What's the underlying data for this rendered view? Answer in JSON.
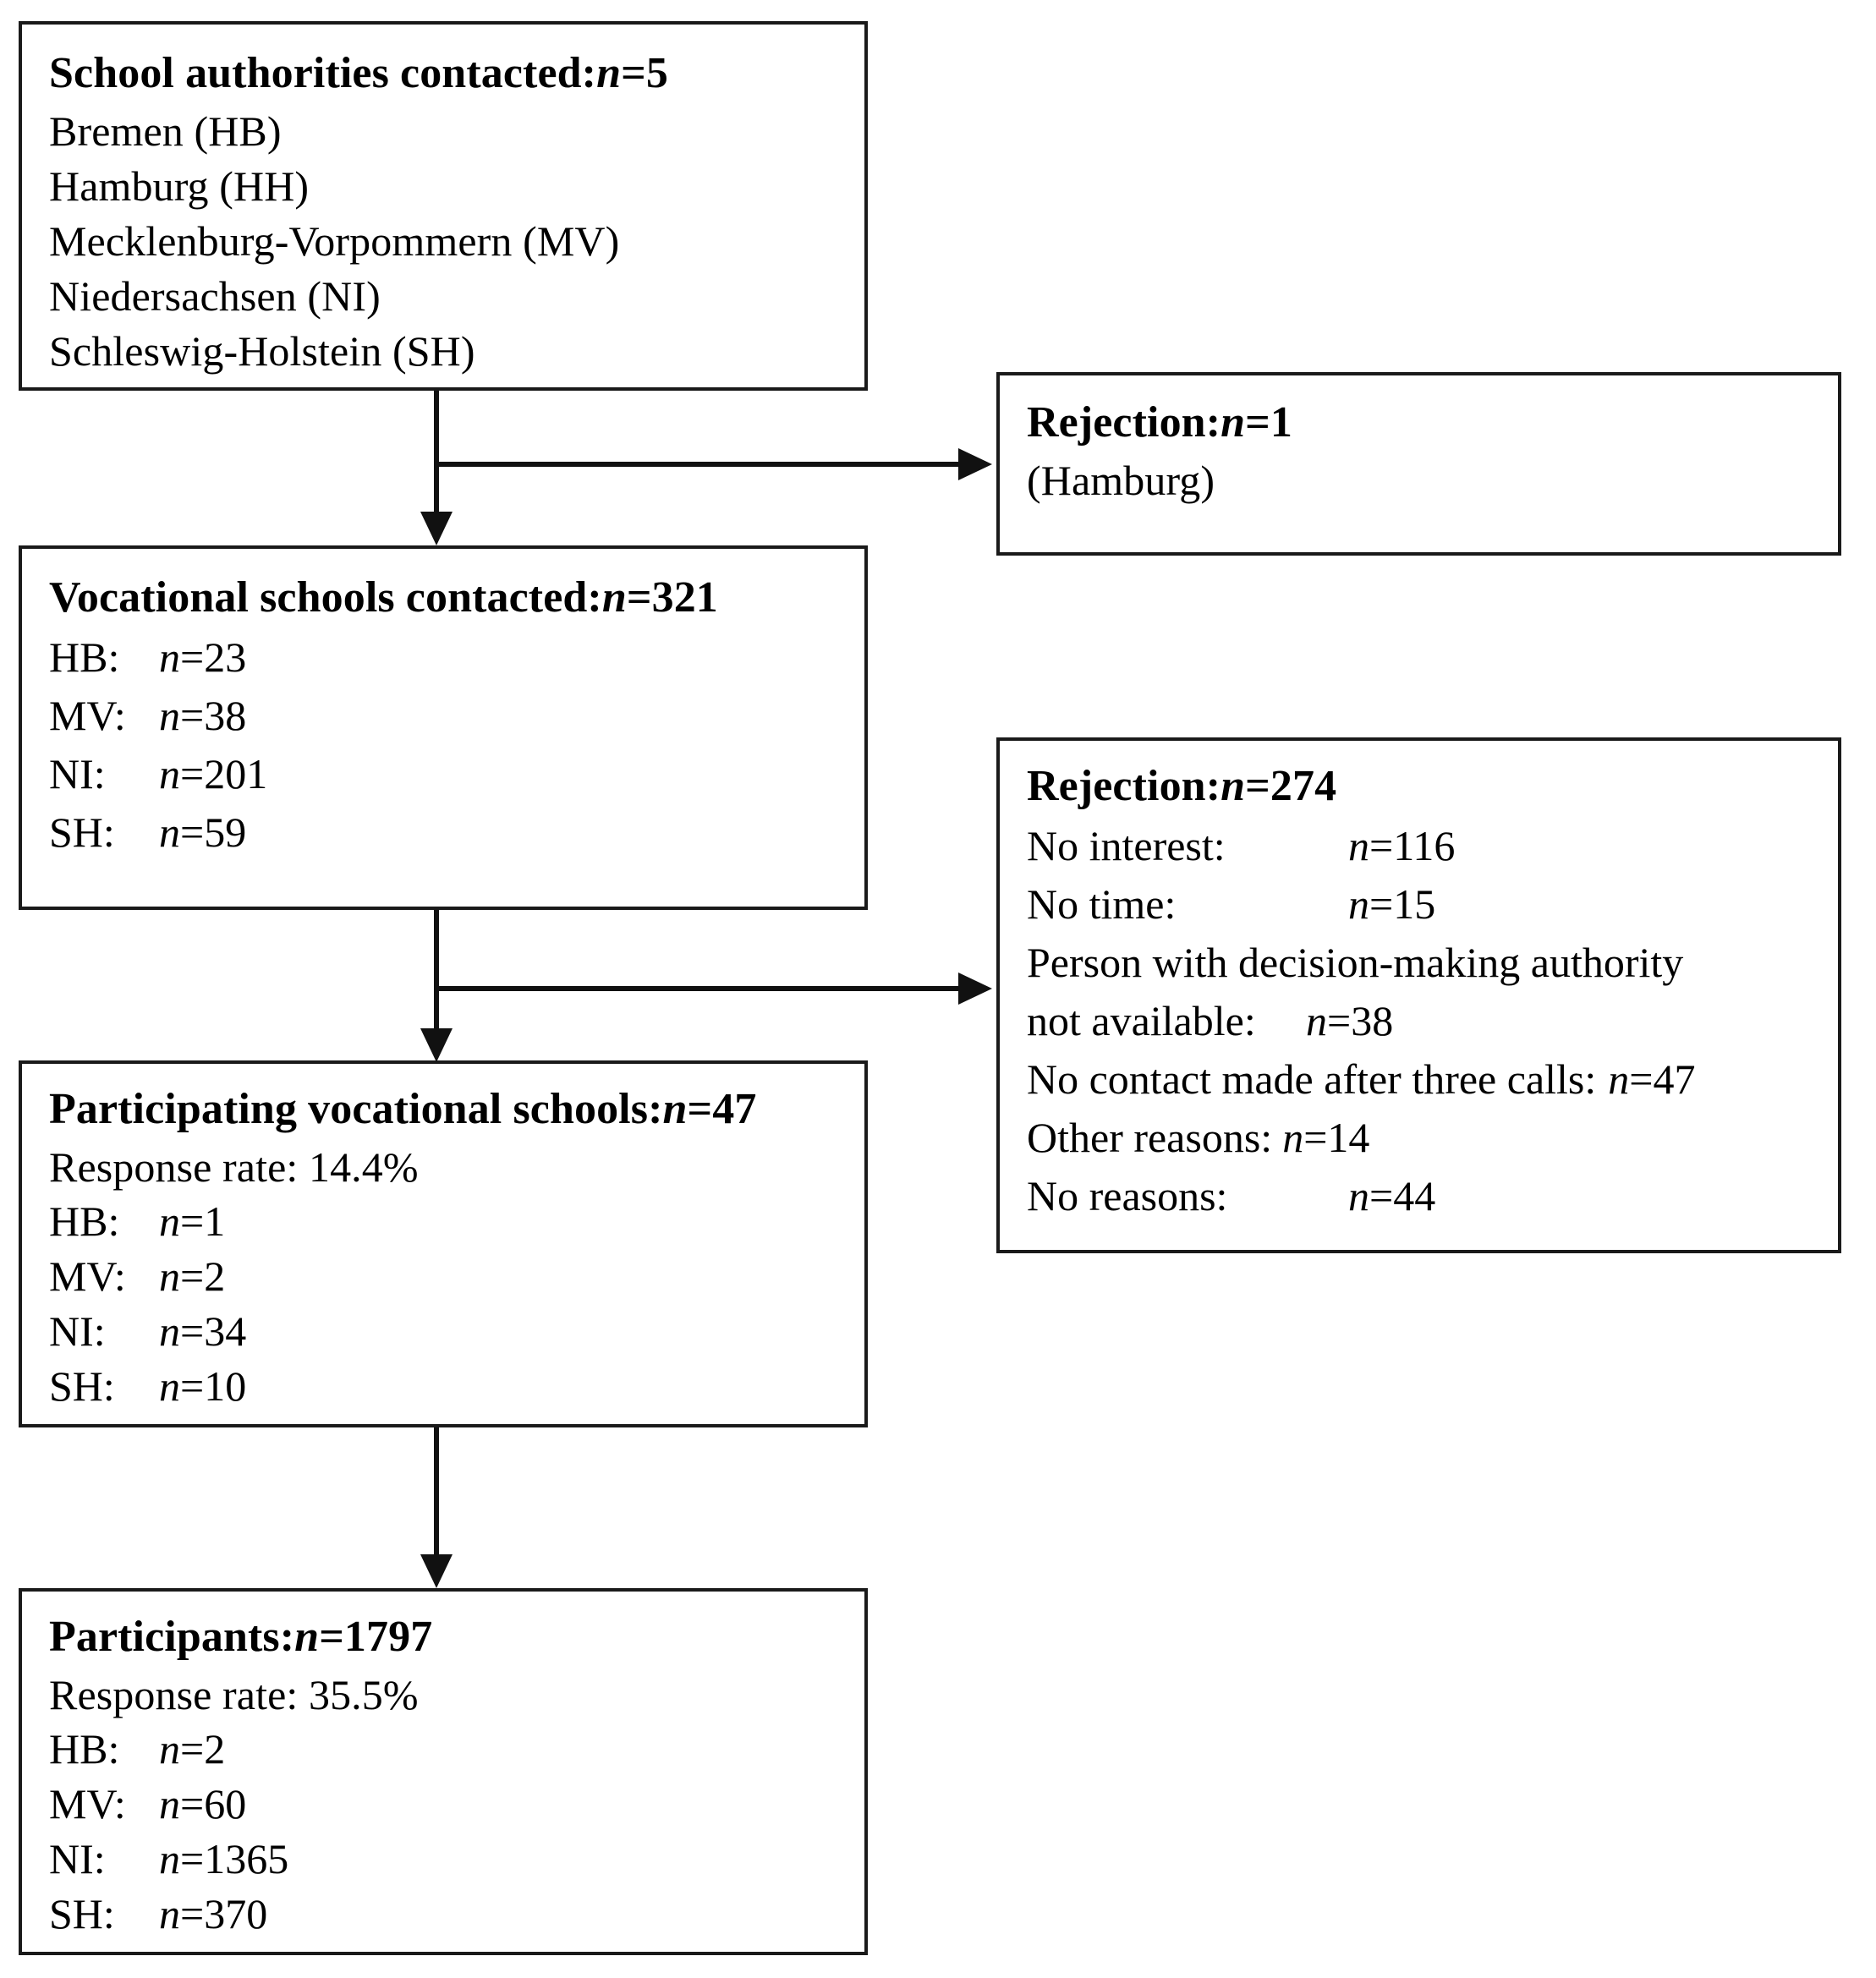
{
  "figure": {
    "type": "flowchart",
    "orientation": "vertical-with-side-branches",
    "colors": {
      "stroke": "#111111",
      "box_border": "#1a1a1a",
      "background": "#ffffff",
      "text": "#000000"
    }
  },
  "nodes": {
    "school_authorities": {
      "title_label": "School authorities contacted:",
      "title_stat": "n",
      "title_eq": "=",
      "title_value": "5",
      "items": [
        "Bremen (HB)",
        "Hamburg (HH)",
        "Mecklenburg-Vorpommern (MV)",
        "Niedersachsen (NI)",
        "Schleswig-Holstein (SH)"
      ]
    },
    "rejection_authorities": {
      "title_label": "Rejection:",
      "title_stat": "n",
      "title_eq": "=",
      "title_value": "1",
      "detail": "(Hamburg)"
    },
    "vocational_schools": {
      "title_label": "Vocational schools contacted:",
      "title_stat": "n",
      "title_eq": "=",
      "title_value": "321",
      "rows": [
        {
          "label": "HB:",
          "stat": "n",
          "eq": "=",
          "value": "23"
        },
        {
          "label": "MV:",
          "stat": "n",
          "eq": "=",
          "value": "38"
        },
        {
          "label": "NI:",
          "stat": "n",
          "eq": "=",
          "value": "201"
        },
        {
          "label": "SH:",
          "stat": "n",
          "eq": "=",
          "value": "59"
        }
      ]
    },
    "rejection_schools": {
      "title_label": "Rejection:",
      "title_stat": "n",
      "title_eq": "=",
      "title_value": "274",
      "reasons": [
        {
          "label": "No interest:",
          "stat": "n",
          "eq": "=",
          "value": "116",
          "wide": false
        },
        {
          "label": "No time:",
          "stat": "n",
          "eq": "=",
          "value": "15",
          "wide": false
        },
        {
          "label": "Person with decision-making authority",
          "stat": "",
          "eq": "",
          "value": "",
          "wide": true
        },
        {
          "label": "not available:",
          "stat": "n",
          "eq": "=",
          "value": "38",
          "wide": false
        },
        {
          "label": "No contact made after three calls:",
          "stat": "n",
          "eq": "=",
          "value": "47",
          "wide": true
        },
        {
          "label": "Other reasons:",
          "stat": "n",
          "eq": "=",
          "value": "14",
          "wide": true
        },
        {
          "label": "No reasons:",
          "stat": "n",
          "eq": "=",
          "value": "44",
          "wide": false
        }
      ]
    },
    "participating_schools": {
      "title_label": "Participating vocational schools:",
      "title_stat": "n",
      "title_eq": "=",
      "title_value": "47",
      "response_rate": "Response rate: 14.4%",
      "rows": [
        {
          "label": "HB:",
          "stat": "n",
          "eq": "=",
          "value": "1"
        },
        {
          "label": "MV:",
          "stat": "n",
          "eq": "=",
          "value": "2"
        },
        {
          "label": "NI:",
          "stat": "n",
          "eq": "=",
          "value": "34"
        },
        {
          "label": "SH:",
          "stat": "n",
          "eq": "=",
          "value": "10"
        }
      ]
    },
    "participants": {
      "title_label": "Participants:",
      "title_stat": "n",
      "title_eq": "=",
      "title_value": "1797",
      "response_rate": "Response rate: 35.5%",
      "rows": [
        {
          "label": "HB:",
          "stat": "n",
          "eq": "=",
          "value": "2"
        },
        {
          "label": "MV:",
          "stat": "n",
          "eq": "=",
          "value": "60"
        },
        {
          "label": "NI:",
          "stat": "n",
          "eq": "=",
          "value": "1365"
        },
        {
          "label": "SH:",
          "stat": "n",
          "eq": "=",
          "value": "370"
        }
      ]
    }
  },
  "edges": [
    {
      "from": "school_authorities",
      "to": "vocational_schools",
      "kind": "down-arrow"
    },
    {
      "from": "school_authorities",
      "to": "rejection_authorities",
      "kind": "right-arrow"
    },
    {
      "from": "vocational_schools",
      "to": "participating_schools",
      "kind": "down-arrow"
    },
    {
      "from": "vocational_schools",
      "to": "rejection_schools",
      "kind": "right-arrow"
    },
    {
      "from": "participating_schools",
      "to": "participants",
      "kind": "down-arrow"
    }
  ]
}
